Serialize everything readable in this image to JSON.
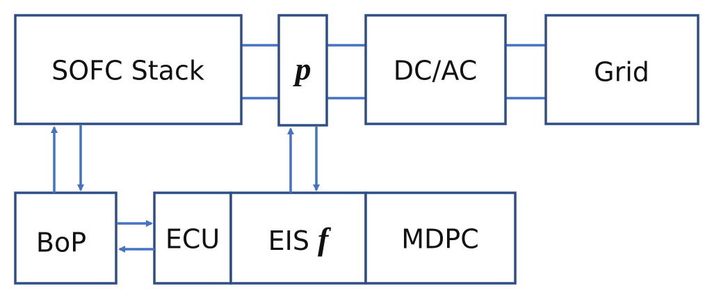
{
  "diagram": {
    "blocks": {
      "sofc_stack": "SOFC Stack",
      "p_block": "p",
      "dcac": "DC/AC",
      "grid": "Grid",
      "bop": "BoP",
      "ecu": "ECU",
      "eis_prefix": "EIS",
      "eis_var": "f",
      "mdpc": "MDPC"
    },
    "colors": {
      "box_stroke": "#2f4e86",
      "connector": "#4472c4",
      "text": "#111111"
    }
  }
}
